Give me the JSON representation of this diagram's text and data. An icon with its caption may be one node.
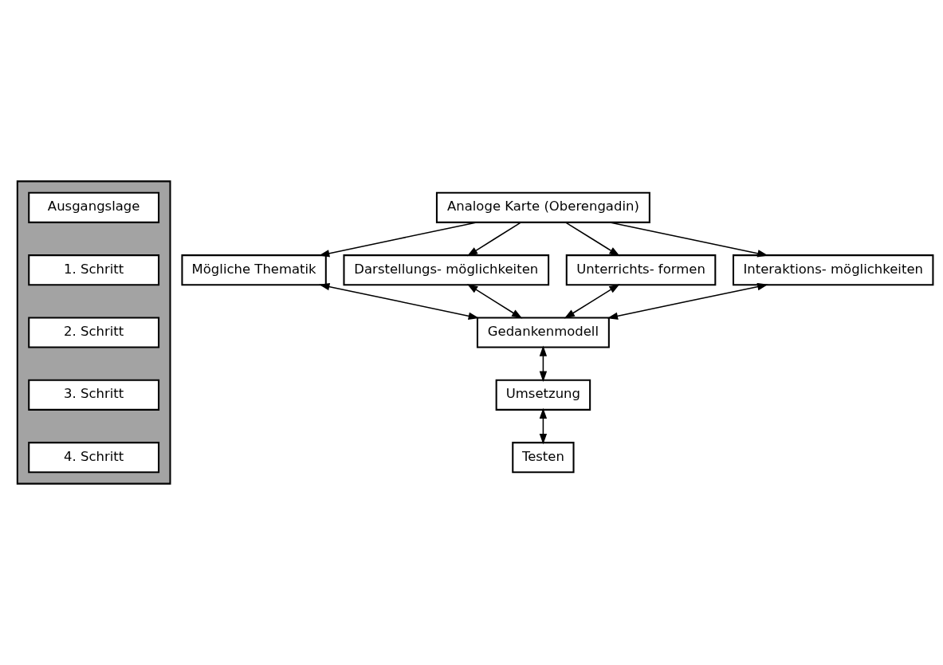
{
  "diagram": {
    "nodes": [
      {
        "text": [],
        "shape": "box"
      },
      {
        "text": [
          "Ausgangslage"
        ],
        "in": 0
      },
      {
        "text": [
          "1. Schritt"
        ],
        "in": 0
      },
      {
        "text": [
          "2. Schritt"
        ],
        "in": 0
      },
      {
        "text": [
          "3. Schritt"
        ],
        "in": 0
      },
      {
        "text": [
          "4. Schritt"
        ],
        "in": 0
      },
      {
        "text": [
          "Analoge Karte (Oberengadin)"
        ]
      },
      {
        "text": [
          "Mögliche Thematik"
        ]
      },
      {
        "text": [
          "Darstellungs- möglichkeiten"
        ]
      },
      {
        "text": [
          "Unterrichts- formen"
        ]
      },
      {
        "text": [
          "Interaktions- möglichkeiten"
        ]
      },
      {
        "text": [
          "Gedankenmodell"
        ]
      },
      {
        "text": [
          "Umsetzung"
        ]
      },
      {
        "text": [
          "Testen"
        ]
      }
    ],
    "edges": [
      {
        "from": 6,
        "to": 7,
        "arrow": "to"
      },
      {
        "from": 6,
        "to": 8,
        "arrow": "to"
      },
      {
        "from": 6,
        "to": 9,
        "arrow": "to"
      },
      {
        "from": 6,
        "to": 10,
        "arrow": "to"
      },
      {
        "from": 7,
        "to": 11,
        "arrow": "both"
      },
      {
        "from": 8,
        "to": 11,
        "arrow": "both"
      },
      {
        "from": 9,
        "to": 11,
        "arrow": "both"
      },
      {
        "from": 10,
        "to": 11,
        "arrow": "both"
      },
      {
        "from": 11,
        "to": 12,
        "arrow": "both"
      },
      {
        "from": 12,
        "to": 13,
        "arrow": "both"
      }
    ]
  }
}
